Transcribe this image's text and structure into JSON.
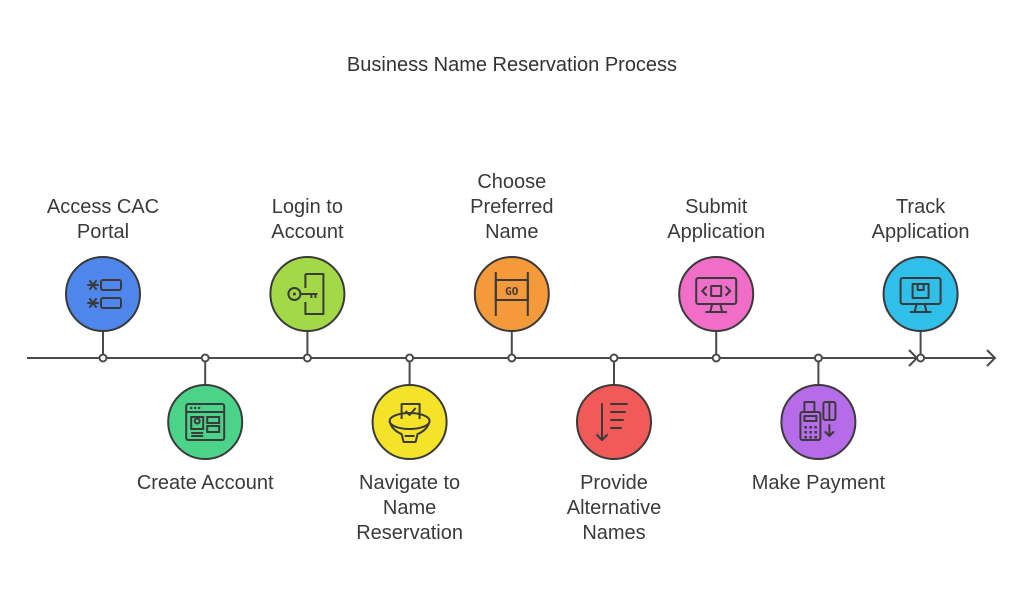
{
  "title": "Business Name Reservation Process",
  "steps": [
    {
      "lines": [
        "Access CAC",
        "Portal"
      ],
      "color": "#4f86ec",
      "icon": "list-asterisk-icon"
    },
    {
      "lines": [
        "Create Account"
      ],
      "color": "#4cd38a",
      "icon": "web-form-icon"
    },
    {
      "lines": [
        "Login to",
        "Account"
      ],
      "color": "#a3d946",
      "icon": "key-door-icon"
    },
    {
      "lines": [
        "Navigate to",
        "Name",
        "Reservation"
      ],
      "color": "#f5e32a",
      "icon": "ballot-box-icon"
    },
    {
      "lines": [
        "Choose",
        "Preferred",
        "Name"
      ],
      "color": "#f59a3a",
      "icon": "go-sign-icon"
    },
    {
      "lines": [
        "Provide",
        "Alternative",
        "Names"
      ],
      "color": "#f25a59",
      "icon": "sort-list-icon"
    },
    {
      "lines": [
        "Submit",
        "Application"
      ],
      "color": "#f06dc8",
      "icon": "code-monitor-icon"
    },
    {
      "lines": [
        "Make Payment"
      ],
      "color": "#b66ce8",
      "icon": "pos-terminal-icon"
    },
    {
      "lines": [
        "Track",
        "Application"
      ],
      "color": "#2fbfe8",
      "icon": "box-monitor-icon"
    }
  ]
}
